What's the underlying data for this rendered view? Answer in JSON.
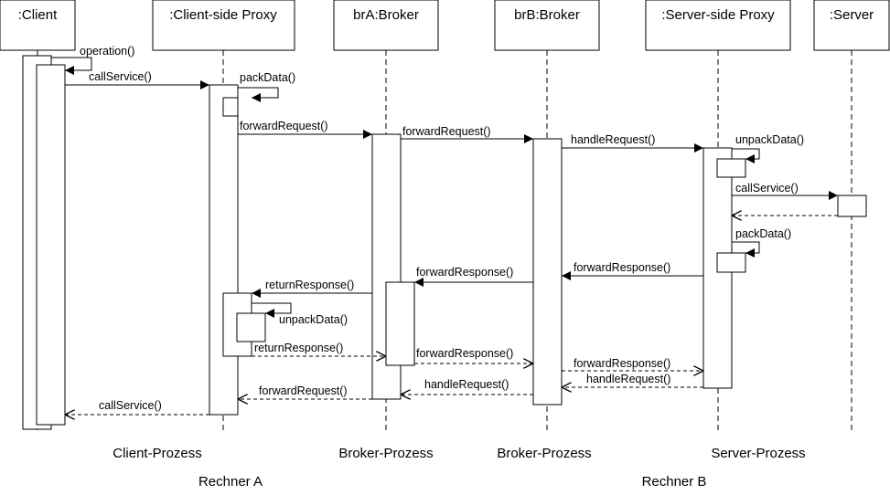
{
  "participants": {
    "client": ":Client",
    "client_proxy": ":Client-side Proxy",
    "broker_a": "brA:Broker",
    "broker_b": "brB:Broker",
    "server_proxy": ":Server-side Proxy",
    "server": ":Server"
  },
  "messages": {
    "operation": "operation()",
    "call_service_1": "callService()",
    "pack_data_1": "packData()",
    "forward_request_1": "forwardRequest()",
    "forward_request_2": "forwardRequest()",
    "handle_request_1": "handleRequest()",
    "unpack_data_1": "unpackData()",
    "call_service_2": "callService()",
    "pack_data_2": "packData()",
    "forward_response_1": "forwardResponse()",
    "forward_response_2": "forwardResponse()",
    "return_response_1": "returnResponse()",
    "unpack_data_2": "unpackData()",
    "return_response_2": "returnResponse()",
    "forward_response_3": "forwardResponse()",
    "forward_response_4": "forwardResponse()",
    "handle_request_2": "handleRequest()",
    "handle_request_3": "handleRequest()",
    "forward_request_3": "forwardRequest()",
    "call_service_3": "callService()"
  },
  "processes": {
    "client": "Client-Prozess",
    "broker_a": "Broker-Prozess",
    "broker_b": "Broker-Prozess",
    "server": "Server-Prozess"
  },
  "machines": {
    "a": "Rechner A",
    "b": "Rechner B"
  }
}
